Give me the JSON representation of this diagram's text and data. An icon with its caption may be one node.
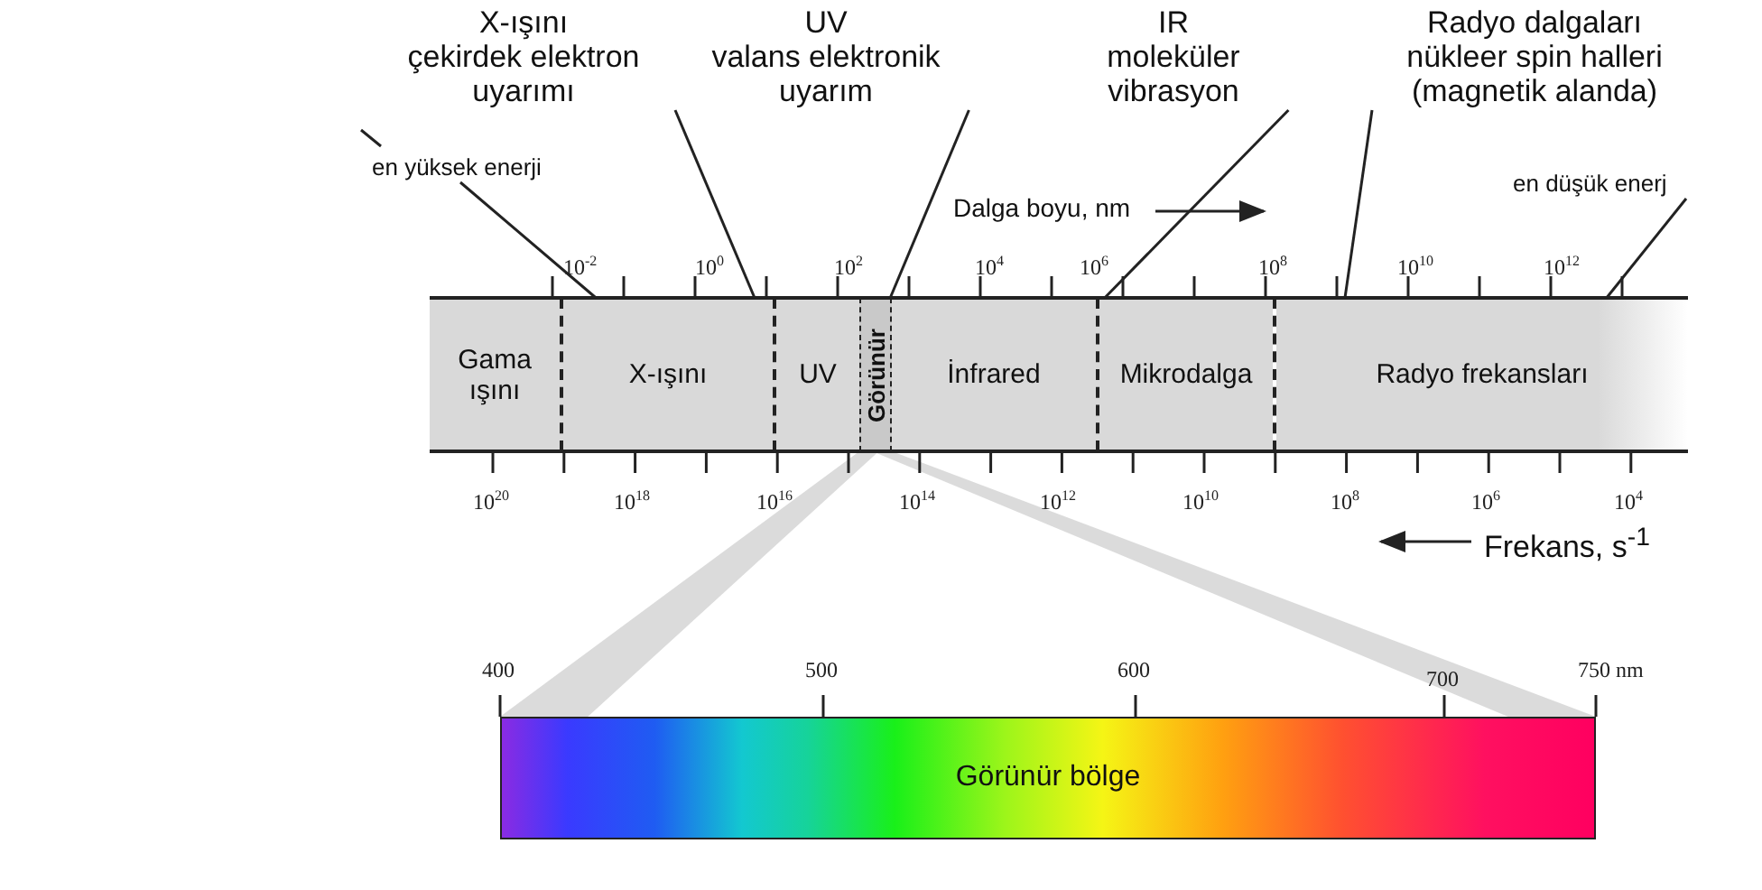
{
  "diagram": {
    "nodes": [
      {
        "text": [
          "X-ışını",
          "çekirdek elektron uyarımı"
        ]
      },
      {
        "text": [
          "UV",
          "valans elektronik uyarım"
        ]
      },
      {
        "text": [
          "IR",
          "moleküler vibrasyon"
        ]
      },
      {
        "text": [
          "Radyo dalgaları",
          "nükleer spin halleri (magnetik alanda)"
        ]
      },
      {
        "text": [
          "en yüksek enerji"
        ]
      },
      {
        "text": [
          "en düşük enerj"
        ]
      },
      {
        "text": [
          "Gama ışını"
        ]
      },
      {
        "text": [
          "X-ışını"
        ]
      },
      {
        "text": [
          "UV"
        ]
      },
      {
        "text": [
          "Görünür"
        ]
      },
      {
        "text": [
          "İnfrared"
        ]
      },
      {
        "text": [
          "Mikrodalga"
        ]
      },
      {
        "text": [
          "Radyo frekansları"
        ]
      },
      {
        "text": [
          "Görünür bölge"
        ]
      }
    ],
    "edges": [
      {
        "from": 4,
        "to": 7,
        "arrow": "none"
      },
      {
        "from": 0,
        "to": 7,
        "arrow": "none"
      },
      {
        "from": 1,
        "to": 9,
        "arrow": "none"
      },
      {
        "from": 2,
        "to": 11,
        "arrow": "none"
      },
      {
        "from": 3,
        "to": 12,
        "arrow": "none"
      },
      {
        "from": 5,
        "to": 12,
        "arrow": "none"
      },
      {
        "from": 9,
        "to": 13,
        "arrow": "none"
      }
    ],
    "labels": [
      "Dalga boyu, nm",
      "10$^{-2}$",
      "10$^{0}$",
      "10$^{2}$",
      "10$^{4}$",
      "10$^{6}$",
      "10$^{8}$",
      "10$^{10}$",
      "10$^{12}$",
      "10$^{20}$",
      "10$^{18}$",
      "10$^{16}$",
      "10$^{14}$",
      "10$^{12}$",
      "10$^{10}$",
      "10$^{8}$",
      "10$^{6}$",
      "10$^{4}$",
      "Frekans, s$^{-1}$",
      "400",
      "500",
      "600",
      "700",
      "750 nm"
    ]
  }
}
